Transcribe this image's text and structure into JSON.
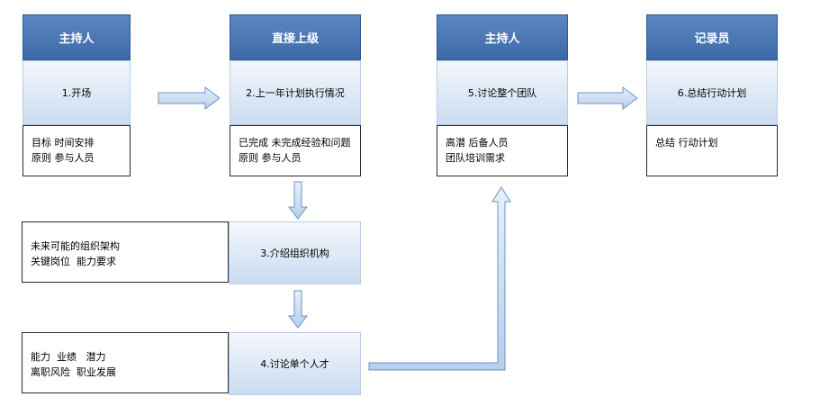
{
  "columns": [
    {
      "role": "主持人",
      "step": "1.开场",
      "notes": [
        "目标 时间安排",
        "原则 参与人员"
      ]
    },
    {
      "role": "直接上级",
      "step": "2.上一年计划执行情况",
      "notes": [
        "已完成 未完成经验和问题",
        "原则 参与人员"
      ]
    },
    {
      "role": "主持人",
      "step": "5.讨论整个团队",
      "notes": [
        "高潜 后备人员",
        "团队培训需求"
      ]
    },
    {
      "role": "记录员",
      "step": "6.总结行动计划",
      "notes": [
        "总结 行动计划"
      ]
    }
  ],
  "rows": [
    {
      "step": "3.介绍组织机构",
      "notes": [
        "未来可能的组织架构",
        "关键岗位  能力要求"
      ]
    },
    {
      "step": "4.讨论单个人才",
      "notes": [
        "能力  业绩   潜力",
        "离职风险  职业发展"
      ]
    }
  ],
  "colors": {
    "header": "#4a76b4",
    "step_light": "#f4f8fc",
    "step_dark": "#c9dcf0",
    "arrow_fill": "#c7dbef",
    "arrow_stroke": "#6a93c6"
  }
}
